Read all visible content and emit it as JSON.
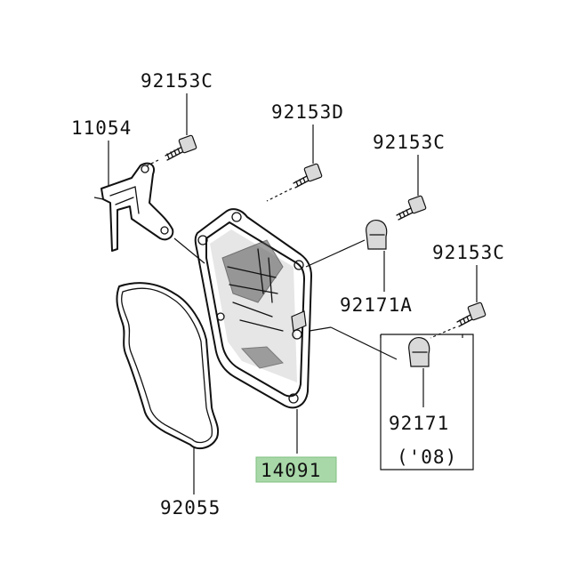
{
  "diagram": {
    "highlight_color": "#a8d8a8",
    "labels": {
      "bolt_top_left": "92153C",
      "bracket": "11054",
      "bolt_center": "92153D",
      "bolt_right_upper": "92153C",
      "bolt_right_lower": "92153C",
      "clamp_a": "92171A",
      "clamp": "92171",
      "year_note": "('08)",
      "cover": "14091",
      "gasket": "92055"
    }
  }
}
